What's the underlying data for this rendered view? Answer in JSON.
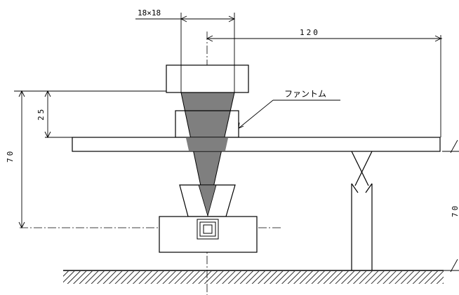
{
  "labels": {
    "beam_size": "18×18",
    "source_distance": "120",
    "height_25": "25",
    "height_70_left": "70",
    "height_70_right": "70",
    "phantom": "ファントム"
  }
}
